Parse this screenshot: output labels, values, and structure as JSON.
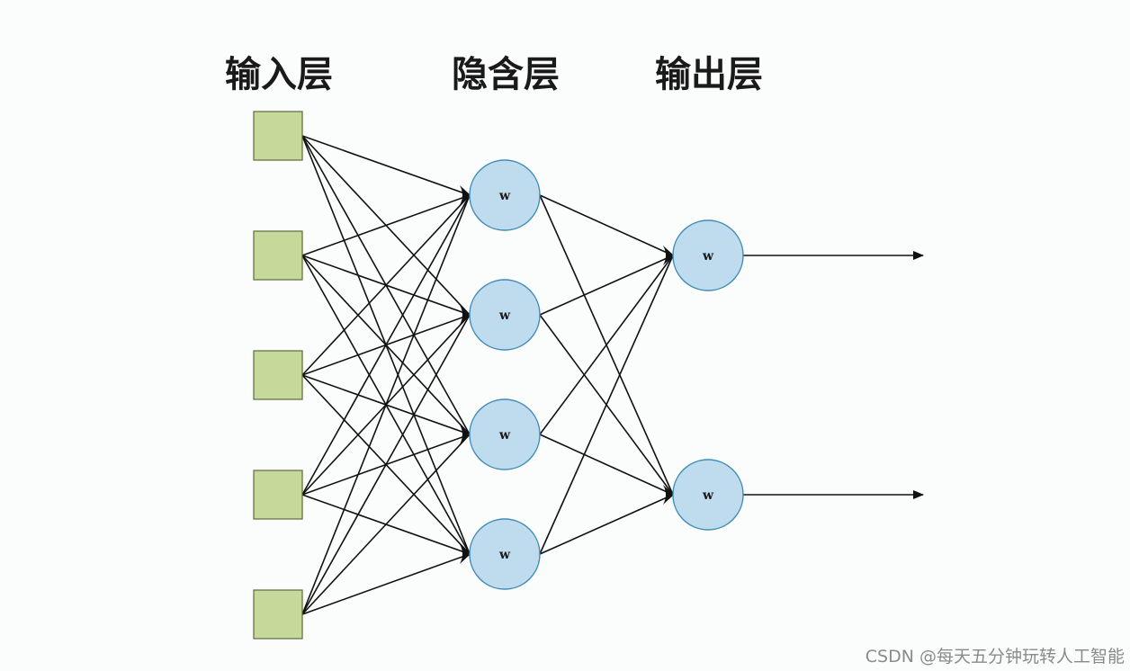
{
  "layers": [
    {
      "title": "输入层",
      "node_count": 5
    },
    {
      "title": "隐含层",
      "node_count": 4
    },
    {
      "title": "输出层",
      "node_count": 2
    }
  ],
  "neuron_label": "w",
  "colors": {
    "input_fill": "#c5d99b",
    "neuron_fill": "#bfdcef",
    "edge": "#111111"
  },
  "watermark": "CSDN @每天五分钟玩转人工智能"
}
